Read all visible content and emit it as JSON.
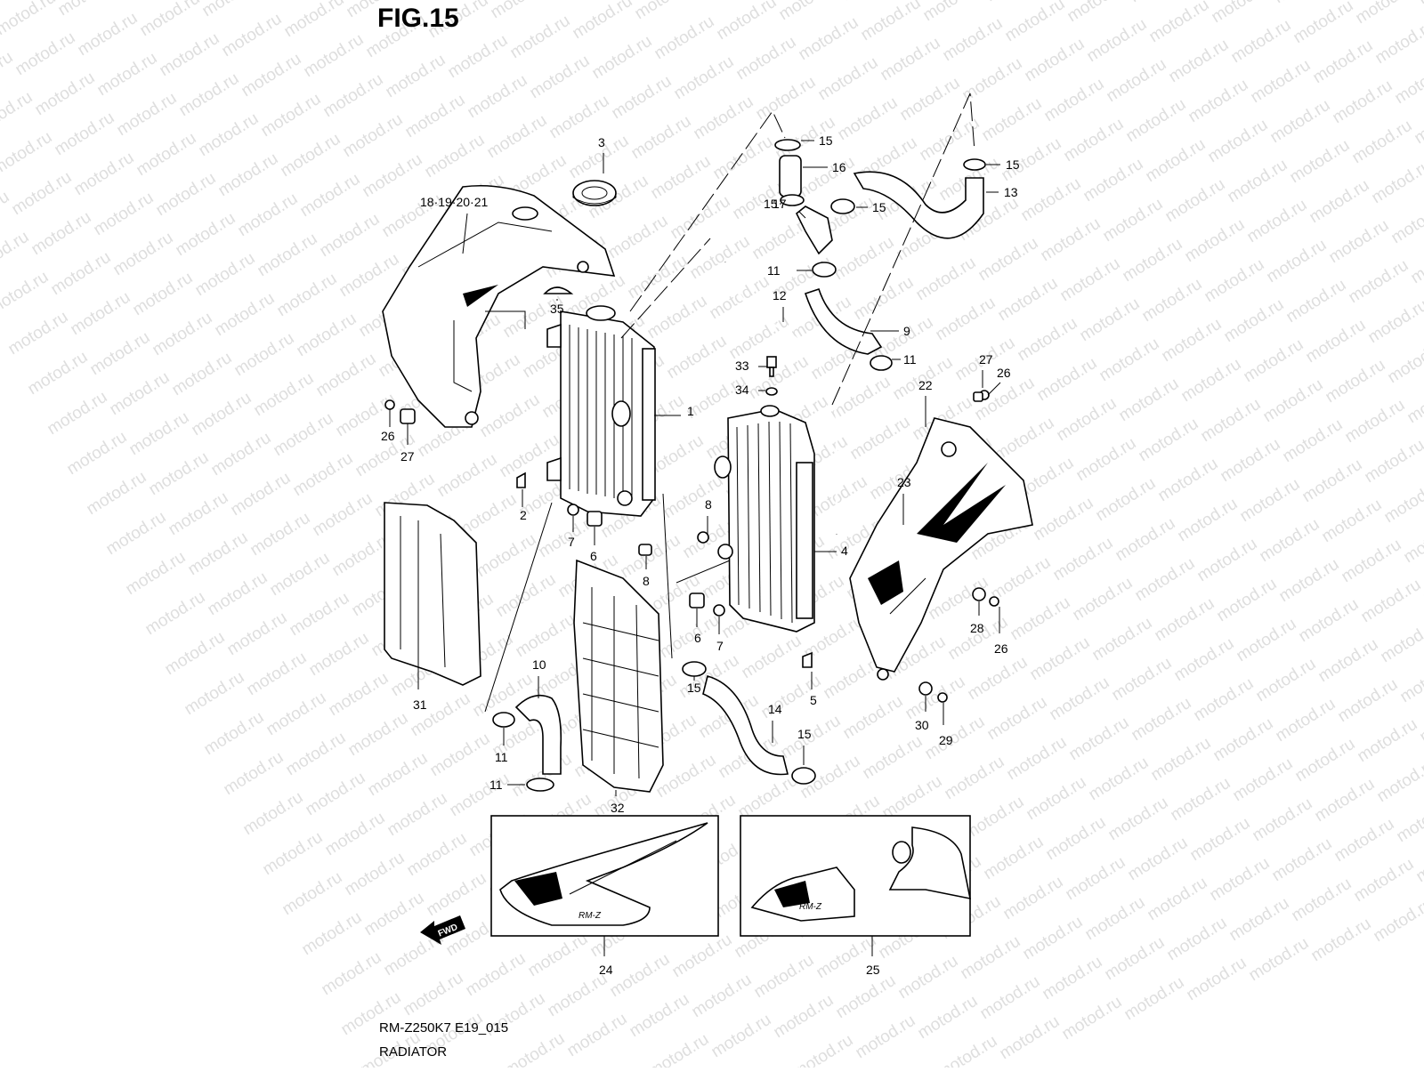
{
  "figure": {
    "title": "FIG.15",
    "code": "RM-Z250K7 E19_015",
    "name": "RADIATOR"
  },
  "watermark": {
    "text": "motod.ru"
  },
  "fwd_badge": {
    "text": "FWD"
  },
  "decal_text": {
    "model_logo": "RM-Z"
  },
  "callouts": [
    {
      "id": "c1",
      "label": "1"
    },
    {
      "id": "c2",
      "label": "2"
    },
    {
      "id": "c3",
      "label": "3"
    },
    {
      "id": "c4",
      "label": "4"
    },
    {
      "id": "c5",
      "label": "5"
    },
    {
      "id": "c6a",
      "label": "6"
    },
    {
      "id": "c6b",
      "label": "6"
    },
    {
      "id": "c7a",
      "label": "7"
    },
    {
      "id": "c7b",
      "label": "7"
    },
    {
      "id": "c8a",
      "label": "8"
    },
    {
      "id": "c8b",
      "label": "8"
    },
    {
      "id": "c9",
      "label": "9"
    },
    {
      "id": "c10",
      "label": "10"
    },
    {
      "id": "c11a",
      "label": "11"
    },
    {
      "id": "c11b",
      "label": "11"
    },
    {
      "id": "c11c",
      "label": "11"
    },
    {
      "id": "c11d",
      "label": "11"
    },
    {
      "id": "c12",
      "label": "12"
    },
    {
      "id": "c13",
      "label": "13"
    },
    {
      "id": "c14",
      "label": "14"
    },
    {
      "id": "c15a",
      "label": "15"
    },
    {
      "id": "c15b",
      "label": "15"
    },
    {
      "id": "c15c",
      "label": "15"
    },
    {
      "id": "c15d",
      "label": "15"
    },
    {
      "id": "c15e",
      "label": "15"
    },
    {
      "id": "c15f",
      "label": "15"
    },
    {
      "id": "c16",
      "label": "16"
    },
    {
      "id": "c17",
      "label": "17"
    },
    {
      "id": "c18",
      "label": "18·19·20·21"
    },
    {
      "id": "c22",
      "label": "22"
    },
    {
      "id": "c23",
      "label": "23"
    },
    {
      "id": "c24",
      "label": "24"
    },
    {
      "id": "c25",
      "label": "25"
    },
    {
      "id": "c26a",
      "label": "26"
    },
    {
      "id": "c26b",
      "label": "26"
    },
    {
      "id": "c26c",
      "label": "26"
    },
    {
      "id": "c27a",
      "label": "27"
    },
    {
      "id": "c27b",
      "label": "27"
    },
    {
      "id": "c28",
      "label": "28"
    },
    {
      "id": "c29",
      "label": "29"
    },
    {
      "id": "c30",
      "label": "30"
    },
    {
      "id": "c31",
      "label": "31"
    },
    {
      "id": "c32",
      "label": "32"
    },
    {
      "id": "c33",
      "label": "33"
    },
    {
      "id": "c34",
      "label": "34"
    },
    {
      "id": "c35",
      "label": "35"
    }
  ]
}
